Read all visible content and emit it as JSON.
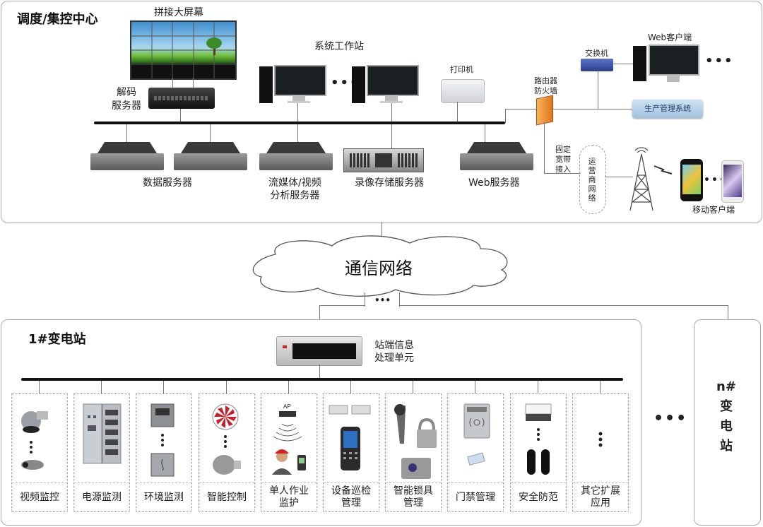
{
  "control_center": {
    "title": "调度/集控中心",
    "video_wall": "拼接大屏幕",
    "decoder_server": [
      "解码",
      "服务器"
    ],
    "workstations": "系统工作站",
    "printer": "打印机",
    "router_firewall": [
      "路由器",
      "防火墙"
    ],
    "switch": "交换机",
    "web_client": "Web客户端",
    "production_mgmt": "生产管理系统",
    "fixed_broadband": [
      "固定",
      "宽带",
      "接入"
    ],
    "carrier_network": "运营商网络",
    "mobile_client": "移动客户端",
    "servers": {
      "data": "数据服务器",
      "streaming": [
        "流媒体/视频",
        "分析服务器"
      ],
      "video_storage": "录像存储服务器",
      "web": "Web服务器"
    },
    "ellipsis": "•••"
  },
  "network": {
    "label": "通信网络",
    "ellipsis": "•••"
  },
  "substation_1": {
    "title": "1#变电站",
    "unit": [
      "站端信息",
      "处理单元"
    ],
    "subsystems": [
      {
        "label": "视频监控",
        "icon": "cctv-camera-icon"
      },
      {
        "label": "电源监测",
        "icon": "power-cabinet-icon"
      },
      {
        "label": "环境监测",
        "icon": "env-sensor-icon"
      },
      {
        "label": "智能控制",
        "icon": "fan-motor-icon"
      },
      {
        "label": "单人作业\n监护",
        "icon": "worker-ap-icon"
      },
      {
        "label": "设备巡检\n管理",
        "icon": "handheld-terminal-icon"
      },
      {
        "label": "智能锁具\n管理",
        "icon": "smart-lock-icon"
      },
      {
        "label": "门禁管理",
        "icon": "card-reader-icon"
      },
      {
        "label": "安全防范",
        "icon": "infrared-barrier-icon"
      },
      {
        "label": "其它扩展\n应用",
        "icon": "more-icon"
      }
    ]
  },
  "between_stations": "•••",
  "substation_n": {
    "title_lines": [
      "n#",
      "变",
      "电",
      "站"
    ]
  }
}
